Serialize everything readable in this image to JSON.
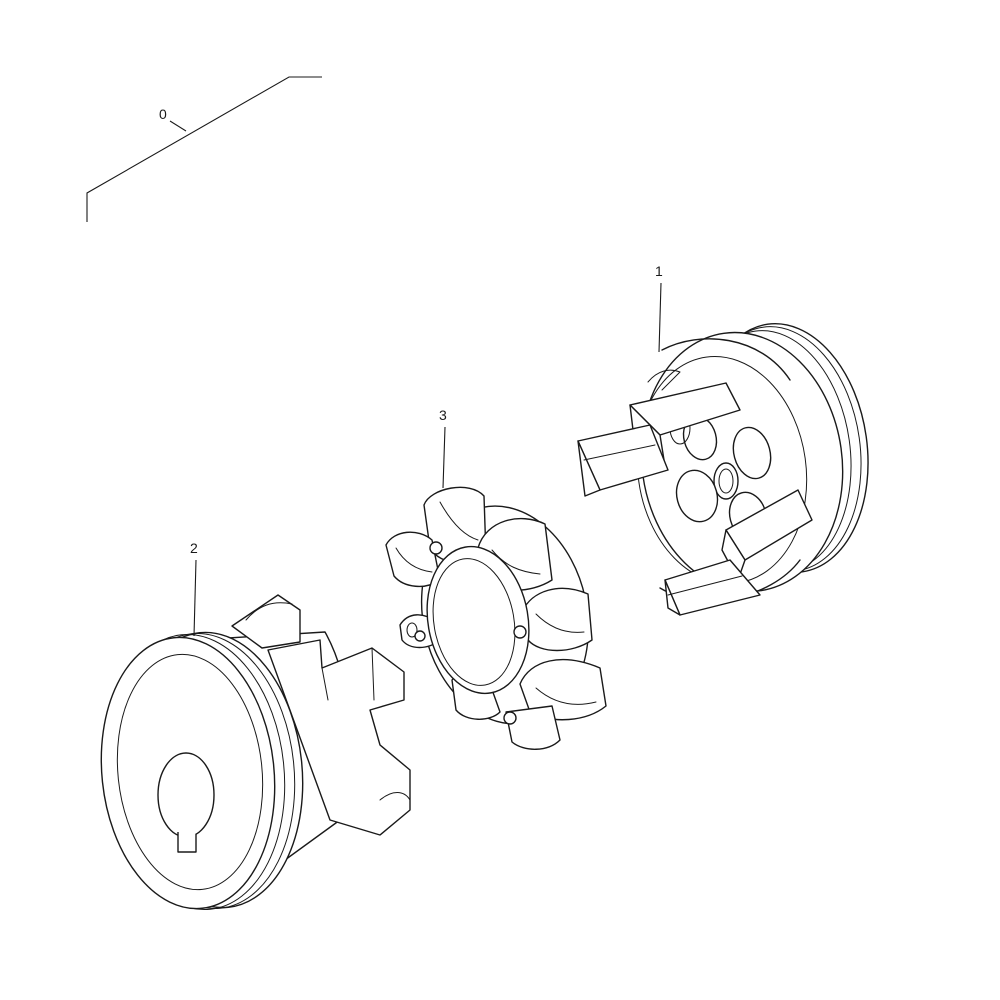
{
  "callouts": {
    "assembly": "0",
    "hub_right": "1",
    "hub_left": "2",
    "spider": "3"
  }
}
